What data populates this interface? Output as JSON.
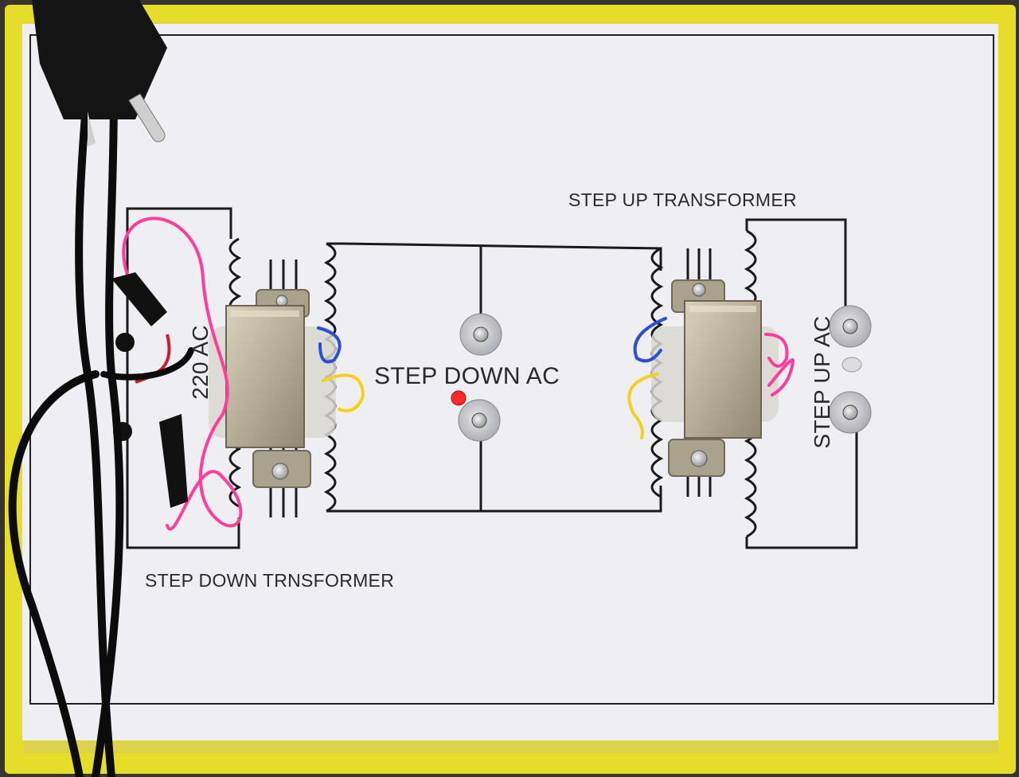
{
  "labels": {
    "step_up_transformer": "STEP UP TRANSFORMER",
    "step_down_transformer": "STEP DOWN TRNSFORMER",
    "step_down_ac": "STEP DOWN AC",
    "step_up_ac": "STEP UP AC",
    "input_ac": "220 AC"
  },
  "colors": {
    "board_yellow": "#e6dc2a",
    "paper": "#ecedf2",
    "transformer_metal": "#b8b09a",
    "wire_pink": "#ff3d9a",
    "wire_black": "#111111",
    "wire_blue": "#2a4fd0",
    "wire_yellow": "#f2d21e",
    "wire_red": "#c8202a",
    "led_red": "#ff2a2a"
  }
}
